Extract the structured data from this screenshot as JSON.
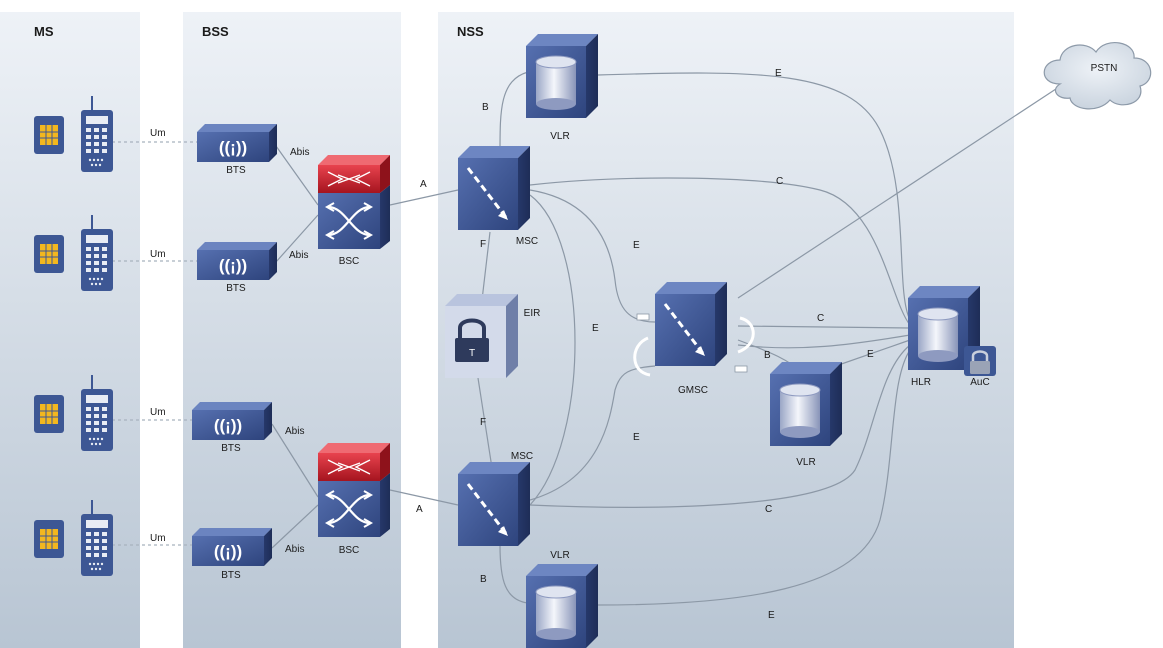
{
  "sections": {
    "ms": "MS",
    "bss": "BSS",
    "nss": "NSS"
  },
  "interfaces": {
    "um": "Um",
    "abis": "Abis",
    "a": "A",
    "b": "B",
    "c": "C",
    "e": "E",
    "f": "F"
  },
  "nodes": {
    "bts": "BTS",
    "bsc": "BSC",
    "msc": "MSC",
    "vlr": "VLR",
    "eir": "EIR",
    "gmsc": "GMSC",
    "hlr": "HLR",
    "auc": "AuC",
    "pstn": "PSTN"
  },
  "colors": {
    "panel_top": "#e9eef4",
    "panel_bottom": "#b9c6d4",
    "device_blue": "#3d5794",
    "bsc_red": "#c8202c",
    "sim_yellow": "#f2b71f",
    "link_gray": "#8c98a6"
  },
  "icons": [
    "mobile-phone-icon",
    "sim-card-icon",
    "bts-antenna-icon",
    "bsc-switch-icon",
    "msc-switch-icon",
    "database-icon",
    "padlock-icon",
    "cloud-icon"
  ]
}
